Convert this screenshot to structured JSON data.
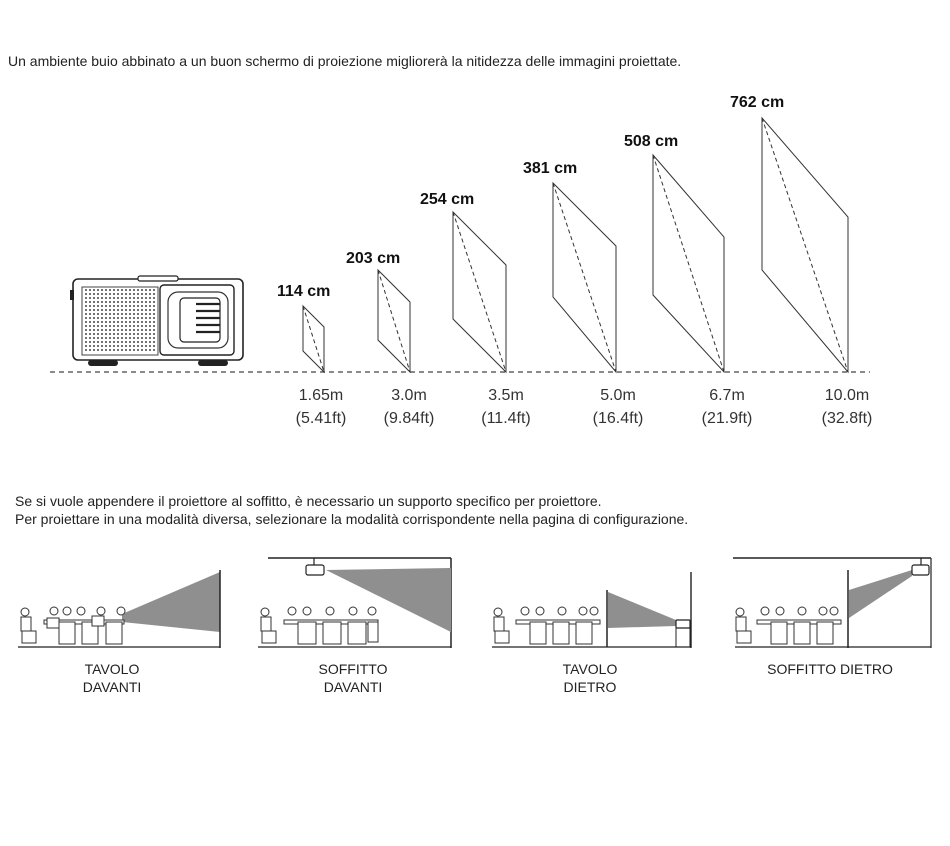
{
  "intro_text": "Un ambiente buio abbinato a un buon schermo di proiezione migliorerà la nitidezza delle immagini proiettate.",
  "screens": [
    {
      "size": "114 cm",
      "distance_m": "1.65m",
      "distance_ft": "(5.41ft)"
    },
    {
      "size": "203 cm",
      "distance_m": "3.0m",
      "distance_ft": "(9.84ft)"
    },
    {
      "size": "254 cm",
      "distance_m": "3.5m",
      "distance_ft": "(11.4ft)"
    },
    {
      "size": "381 cm",
      "distance_m": "5.0m",
      "distance_ft": "(16.4ft)"
    },
    {
      "size": "508 cm",
      "distance_m": "6.7m",
      "distance_ft": "(21.9ft)"
    },
    {
      "size": "762 cm",
      "distance_m": "10.0m",
      "distance_ft": "(32.8ft)"
    }
  ],
  "mount_note_1": "Se si vuole appendere il proiettore al soffitto, è necessario un supporto specifico per proiettore.",
  "mount_note_2": "Per proiettare in una modalità diversa, selezionare la modalità corrispondente nella pagina di configurazione.",
  "modes": [
    {
      "line1": "TAVOLO",
      "line2": "DAVANTI"
    },
    {
      "line1": "SOFFITTO",
      "line2": "DAVANTI"
    },
    {
      "line1": "TAVOLO",
      "line2": "DIETRO"
    },
    {
      "line1": "SOFFITTO DIETRO",
      "line2": ""
    }
  ]
}
